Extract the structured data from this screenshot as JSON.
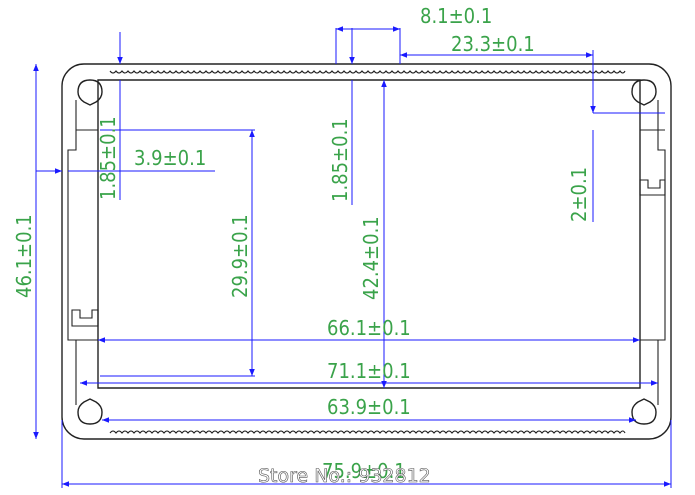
{
  "colors": {
    "profile": "#222222",
    "dimension_line": "#1a1aff",
    "dimension_text": "#3aa34a",
    "watermark_text": "#ffffff",
    "background": "#ffffff"
  },
  "dimensions": {
    "d_8_1": "8.1±0.1",
    "d_23_3": "23.3±0.1",
    "d_1_85_left": "1.85±0.1",
    "d_3_9": "3.9±0.1",
    "d_1_85_mid": "1.85±0.1",
    "d_2": "2±0.1",
    "d_46_1": "46.1±0.1",
    "d_29_9": "29.9±0.1",
    "d_42_4": "42.4±0.1",
    "d_66_1": "66.1±0.1",
    "d_71_1": "71.1±0.1",
    "d_63_9": "63.9±0.1",
    "d_75_9": "75.9±0.1"
  },
  "watermark": "Store No.: 932812"
}
